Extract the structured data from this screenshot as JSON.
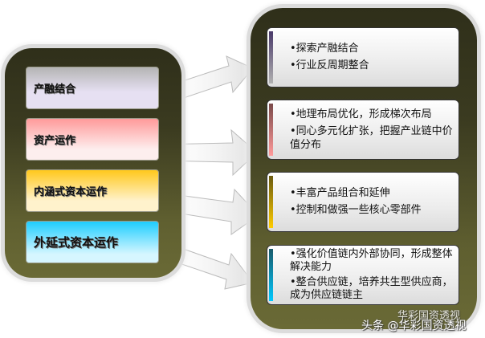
{
  "left": {
    "items": [
      {
        "label": "产融结合",
        "gradient": [
          "#b4b4b4",
          "#e6e0f2"
        ]
      },
      {
        "label": "资产运作",
        "gradient": [
          "#ff9a9a",
          "#fdeeee"
        ]
      },
      {
        "label": "内涵式资本运作",
        "gradient": [
          "#ffc81c",
          "#fff2cc"
        ]
      },
      {
        "label": "外延式资本运作",
        "gradient": [
          "#1ecdff",
          "#d6f6ff"
        ]
      }
    ]
  },
  "right": {
    "items": [
      {
        "lines": [
          "•探索产融结合",
          "•行业反周期整合"
        ],
        "bar": [
          "#4a3a6a",
          "#b0b0b0"
        ]
      },
      {
        "lines": [
          "•地理布局优化，形成梯次布局",
          "•同心多元化扩张，把握产业链中价值分布"
        ],
        "bar": [
          "#7a4a4a",
          "#ff9a9a"
        ]
      },
      {
        "lines": [
          "•丰富产品组合和延伸",
          "•控制和做强一些核心零部件"
        ],
        "bar": [
          "#6a5a10",
          "#ffcc00"
        ]
      },
      {
        "lines": [
          "•强化价值链内外部协同，形成整体解决能力",
          "•整合供应链，培养共生型供应商，成为供应链链主"
        ],
        "bar": [
          "#1a5a6a",
          "#00c8ff"
        ]
      }
    ]
  },
  "watermark": {
    "line1": "华彩国资透视",
    "line2": "头条 @华彩国资透视"
  }
}
